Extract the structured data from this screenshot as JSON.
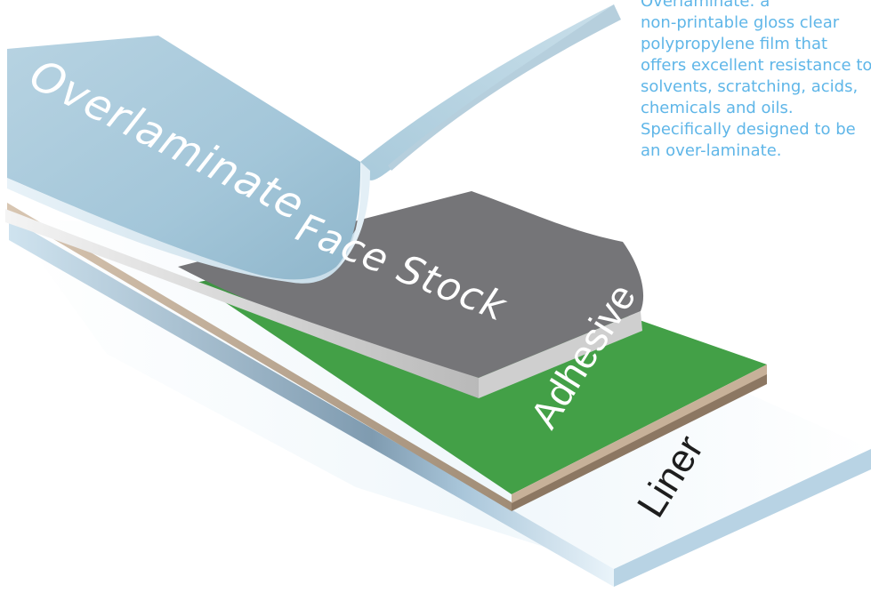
{
  "labels": {
    "overlaminate": "Overlaminate",
    "face_stock": "Face Stock",
    "adhesive": "Adhesive",
    "liner": "Liner"
  },
  "description": {
    "lines": [
      "Overlaminate: a",
      "non-printable gloss clear",
      "polypropylene film that",
      "offers excellent resistance to",
      "solvents, scratching, acids,",
      "chemicals and oils.",
      "Specifically designed to be",
      "an over-laminate."
    ]
  },
  "colors": {
    "overlaminate": "#a9cde0",
    "face_stock": "#757578",
    "adhesive": "#43a047",
    "liner_edge": "#c7b199",
    "base": "#d8e9f4",
    "description_text": "#5fb6e8"
  }
}
